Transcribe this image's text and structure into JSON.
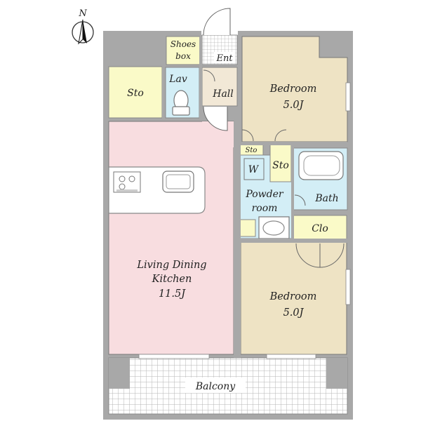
{
  "compass": {
    "label": "N",
    "icon": "north-arrow-icon"
  },
  "rooms": {
    "living": {
      "line1": "Living Dining",
      "line2": "Kitchen",
      "size": "11.5J"
    },
    "bedroom_north": {
      "label": "Bedroom",
      "size": "5.0J"
    },
    "bedroom_south": {
      "label": "Bedroom",
      "size": "5.0J"
    },
    "storage_left": {
      "label": "Sto"
    },
    "shoes_box": {
      "line1": "Shoes",
      "line2": "box"
    },
    "entrance": {
      "label": "Ent"
    },
    "lavatory": {
      "label": "Lav"
    },
    "hall": {
      "label": "Hall"
    },
    "storage_small": {
      "label": "Sto"
    },
    "storage_mid": {
      "label": "Sto"
    },
    "washer": {
      "label": "W"
    },
    "powder_room": {
      "line1": "Powder",
      "line2": "room"
    },
    "bath": {
      "label": "Bath"
    },
    "closet": {
      "label": "Clo"
    },
    "balcony": {
      "label": "Balcony"
    }
  },
  "colors": {
    "living_pink": "#f8dde0",
    "bedroom_tan": "#eee3c4",
    "storage_yellow": "#fafac8",
    "wet_blue": "#d3eef6",
    "hall_beige": "#f2e8d6",
    "wall_gray": "#a8a8a8"
  }
}
